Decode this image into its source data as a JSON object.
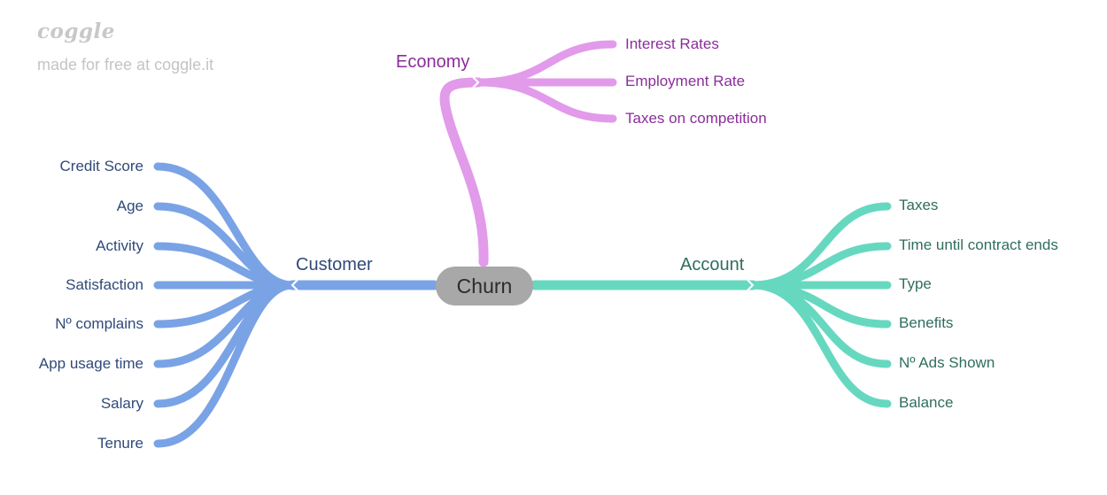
{
  "brand": {
    "logo_text": "coggle",
    "tagline": "made for free at coggle.it"
  },
  "center": {
    "label": "Churn",
    "color": "#a8a8a8"
  },
  "branches": {
    "customer": {
      "label": "Customer",
      "color": "#7aa3e6",
      "leaves": [
        "Credit Score",
        "Age",
        "Activity",
        "Satisfaction",
        "Nº complains",
        "App usage time",
        "Salary",
        "Tenure"
      ]
    },
    "economy": {
      "label": "Economy",
      "color": "#e29aea",
      "leaves": [
        "Interest Rates",
        "Employment Rate",
        "Taxes on competition"
      ]
    },
    "account": {
      "label": "Account",
      "color": "#67d8c0",
      "leaves": [
        "Taxes",
        "Time until contract ends",
        "Type",
        "Benefits",
        "Nº Ads Shown",
        "Balance"
      ]
    }
  }
}
